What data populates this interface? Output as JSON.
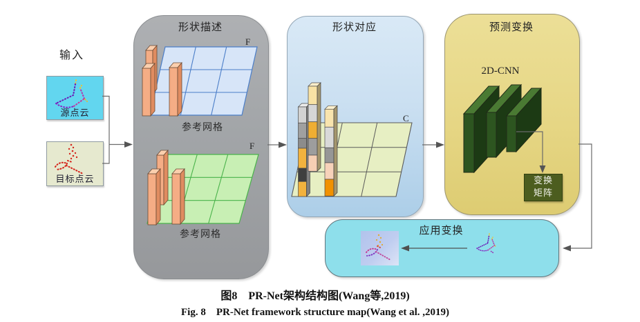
{
  "figure": {
    "caption_zh": "图8　PR-Net架构结构图(Wang等,2019)",
    "caption_en": "Fig. 8　PR-Net framework structure map(Wang et al. ,2019)"
  },
  "input": {
    "label": "输入",
    "source_box": {
      "label": "源点云"
    },
    "target_box": {
      "label": "目标点云"
    }
  },
  "shape_description_panel": {
    "title": "形状描述",
    "top_grid": {
      "corner_label": "F",
      "caption": "参考网格"
    },
    "bottom_grid": {
      "corner_label": "F",
      "caption": "参考网格"
    }
  },
  "shape_correspondence_panel": {
    "title": "形状对应",
    "grid": {
      "corner_label": "C"
    }
  },
  "transform_prediction_panel": {
    "title": "预测变换",
    "cnn_label": "2D-CNN",
    "matrix_box": {
      "line1": "变换",
      "line2": "矩阵"
    }
  },
  "apply_transform_panel": {
    "title": "应用变换"
  },
  "colors": {
    "gray_panel": "#a2a5a8",
    "blue_panel": "#c7def0",
    "yellow_panel": "#e6d684",
    "cyan_panel": "#8edfeb",
    "source_box": "#62d6ef",
    "target_box": "#e6e9cf",
    "blue_grid_fill": "#d7e5f8",
    "blue_grid_line": "#4a7dc8",
    "green_grid_fill": "#c8efb4",
    "green_grid_line": "#49b24a",
    "corr_grid_fill": "#e7efc3",
    "bar_orange": "#f5ad85",
    "cnn_green": "#2d5520",
    "matrix_box_bg": "#4c5d1f",
    "arrow": "#5a5a5a",
    "amber": "#f2b23e",
    "orange_deep": "#f19100"
  }
}
